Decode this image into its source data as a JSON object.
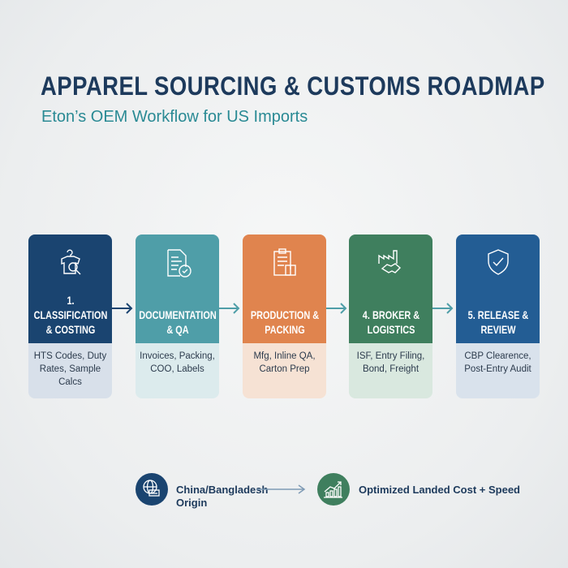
{
  "title": "APPAREL SOURCING & CUSTOMS ROADMAP",
  "subtitle": "Eton’s OEM Workflow for US Imports",
  "steps": [
    {
      "label": "1. CLASSIFICATION & COSTING",
      "details": "HTS Codes, Duty Rates, Sample Calcs",
      "icon": "shirt-magnifier-icon",
      "color": "#1a4470",
      "tint": "#d8e0ea"
    },
    {
      "label": "DOCUMENTATION & QA",
      "details": "Invoices, Packing, COO, Labels",
      "icon": "document-check-icon",
      "color": "#4f9ea8",
      "tint": "#dcebed"
    },
    {
      "label": "PRODUCTION & PACKING",
      "details": "Mfg, Inline QA, Carton Prep",
      "icon": "clipboard-box-icon",
      "color": "#e0844e",
      "tint": "#f6e2d4"
    },
    {
      "label": "4. BROKER & LOGISTICS",
      "details": "ISF, Entry Filing, Bond, Freight",
      "icon": "factory-handshake-icon",
      "color": "#3f7f5e",
      "tint": "#d9e8df"
    },
    {
      "label": "5. RELEASE & REVIEW",
      "details": "CBP Clearence, Post-Entry Audit",
      "icon": "shield-check-icon",
      "color": "#235d94",
      "tint": "#d9e2ec"
    }
  ],
  "flow": {
    "origin": "China/Bangladesh Origin",
    "origin_icon": "globe-factory-icon",
    "origin_color": "#1a4470",
    "result": "Optimized Landed Cost + Speed",
    "result_icon": "growth-chart-icon",
    "result_color": "#3f7f5e"
  }
}
